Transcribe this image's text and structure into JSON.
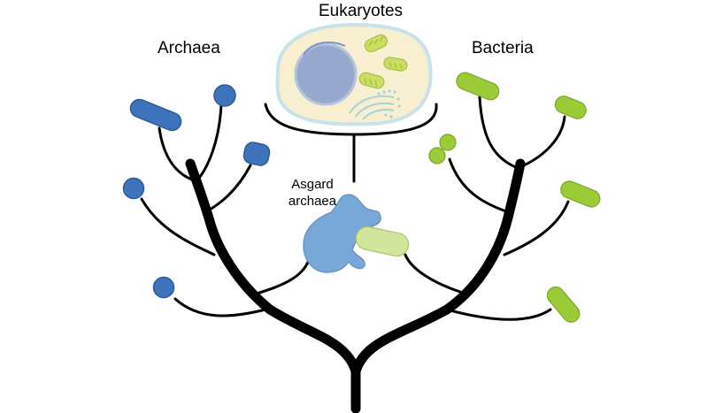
{
  "labels": {
    "eukaryotes": "Eukaryotes",
    "archaea": "Archaea",
    "bacteria": "Bacteria",
    "asgard_line1": "Asgard",
    "asgard_line2": "archaea"
  },
  "colors": {
    "archaea": "#3e74bd",
    "archaea_stroke": "#2c5b9a",
    "bacteria": "#9ccb38",
    "bacteria_stroke": "#7aa52a",
    "asgard": "#78a8d8",
    "cell_body": "#f7efcf",
    "cell_border": "#c8e2ec",
    "nucleus": "#97a9cf",
    "mitochondria": "#c9de62",
    "branches": "#000000"
  }
}
